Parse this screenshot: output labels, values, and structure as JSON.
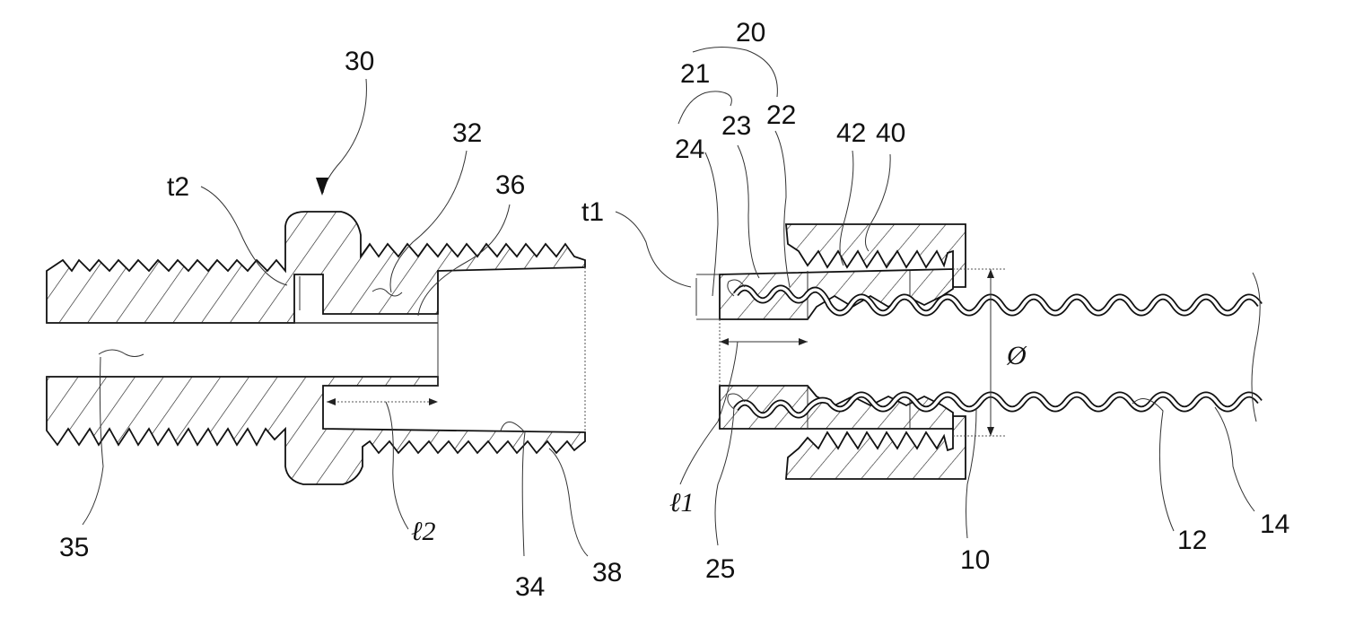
{
  "figure": {
    "left_assembly": {
      "labels": {
        "fitting": "30",
        "inner_chamber": "32",
        "inner_wall": "36",
        "bore": "35",
        "seat": "34",
        "outer_thread": "38",
        "thickness": "t2",
        "length": "ℓ2"
      }
    },
    "right_assembly": {
      "labels": {
        "sleeve_assembly": "20",
        "sleeve_group": "21",
        "outer_sleeve": "22",
        "inner_sleeve": "23",
        "front_sleeve": "24",
        "fold": "25",
        "nut": "40",
        "ring": "42",
        "thickness": "t1",
        "length": "ℓ1",
        "diameter": "Ø",
        "pipe": "10",
        "pipe_layer": "12",
        "pipe_cover": "14"
      }
    }
  }
}
